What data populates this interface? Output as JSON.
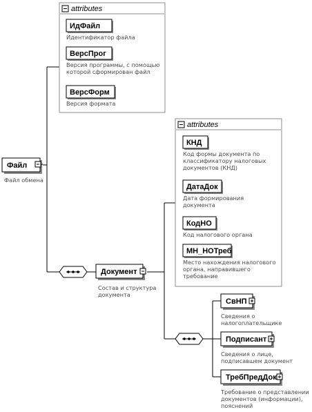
{
  "root": {
    "name": "Файл",
    "desc": "Файл обмена"
  },
  "root_attributes": {
    "header": "attributes",
    "items": [
      {
        "name": "ИдФайл",
        "desc": [
          "Идентификатор файла"
        ]
      },
      {
        "name": "ВерсПрог",
        "desc": [
          "Версия программы, с помощью",
          "которой сформирован файл"
        ]
      },
      {
        "name": "ВерсФорм",
        "desc": [
          "Версия формата"
        ]
      }
    ]
  },
  "document": {
    "name": "Документ",
    "desc": [
      "Состав и структура",
      "документа"
    ]
  },
  "doc_attributes": {
    "header": "attributes",
    "items": [
      {
        "name": "КНД",
        "desc": [
          "Код формы документа по",
          "классификатору налоговых",
          "документов (КНД)"
        ]
      },
      {
        "name": "ДатаДок",
        "desc": [
          "Дата формирования",
          "документа"
        ]
      },
      {
        "name": "КодНО",
        "desc": [
          "Код налогового органа"
        ]
      },
      {
        "name": "МН_НОТреб",
        "desc": [
          "Место нахождения налогового",
          "органа, направившего",
          "требование"
        ]
      }
    ]
  },
  "children": [
    {
      "name": "СвНП",
      "desc": [
        "Сведения о",
        "налогоплательщике"
      ]
    },
    {
      "name": "Подписант",
      "desc": [
        "Сведения о лице,",
        "подписавшем документ"
      ]
    },
    {
      "name": "ТребПредДок",
      "desc": [
        "Требование о представлении",
        "документов (информации),",
        "пояснений"
      ]
    }
  ]
}
